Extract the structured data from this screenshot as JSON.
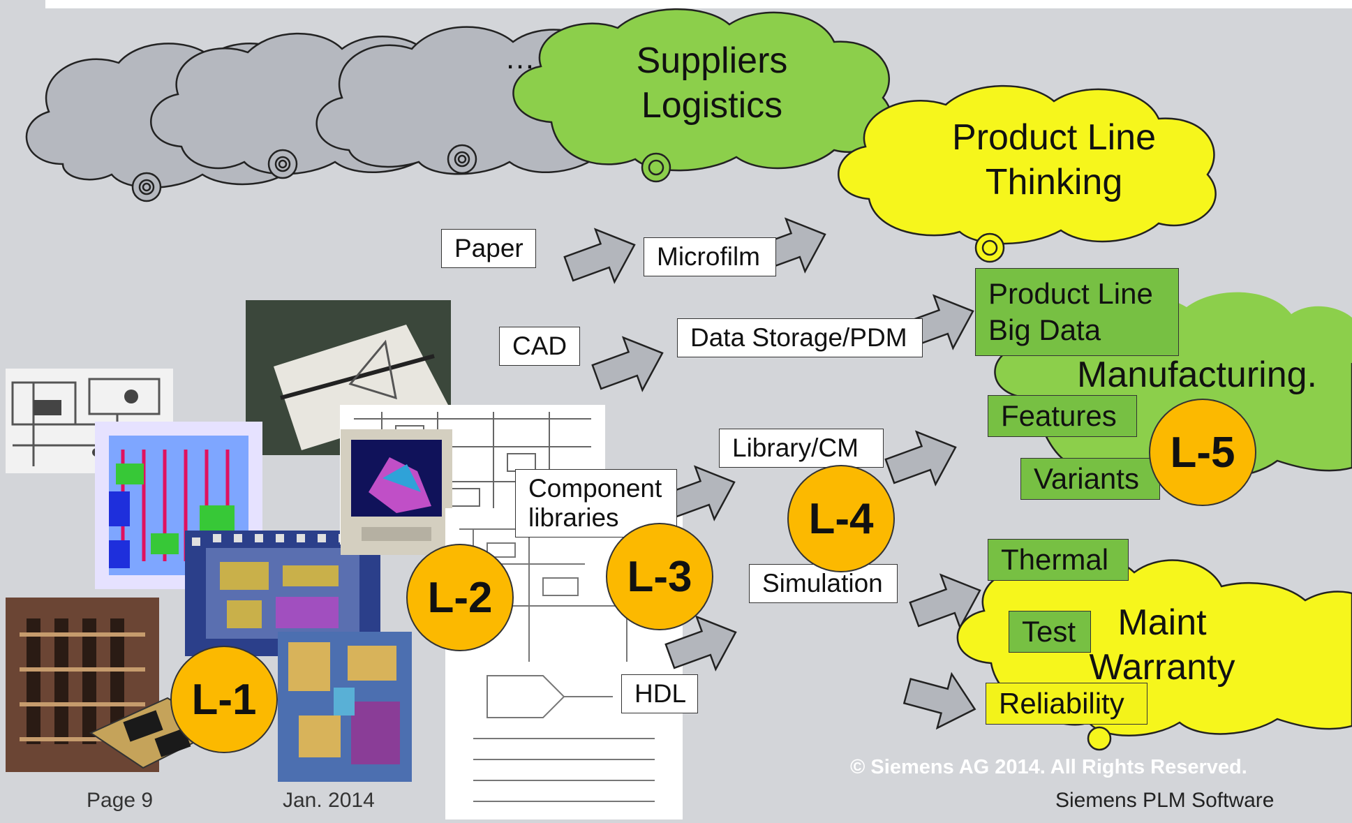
{
  "clouds": {
    "ellipsis": "…",
    "suppliers": "Suppliers\nLogistics",
    "product_line": "Product Line\nThinking",
    "manufacturing": "Manufacturing.",
    "maint": "Maint\nWarranty"
  },
  "boxes": {
    "paper": "Paper",
    "microfilm": "Microfilm",
    "cad": "CAD",
    "data_storage": "Data Storage/PDM",
    "library": "Library/CM",
    "component": "Component\nlibraries",
    "simulation": "Simulation",
    "hdl": "HDL"
  },
  "green_boxes": {
    "big_data": "Product Line\nBig Data",
    "features": "Features",
    "variants": "Variants"
  },
  "yellow_green_boxes": {
    "thermal": "Thermal",
    "test": "Test"
  },
  "yellow_boxes": {
    "reliability": "Reliability"
  },
  "levels": [
    "L-1",
    "L-2",
    "L-3",
    "L-4",
    "L-5"
  ],
  "footer": {
    "page": "Page 9",
    "date": "Jan. 2014",
    "copyright": "© Siemens AG 2014. All Rights Reserved.",
    "company": "Siemens PLM Software"
  },
  "colors": {
    "background": "#d3d5d9",
    "gray_cloud": "#b5b8bf",
    "green_cloud": "#8ccf4b",
    "yellow_cloud": "#f6f61c",
    "level_circle": "#fcb900",
    "arrow": "#b3b6bc"
  }
}
